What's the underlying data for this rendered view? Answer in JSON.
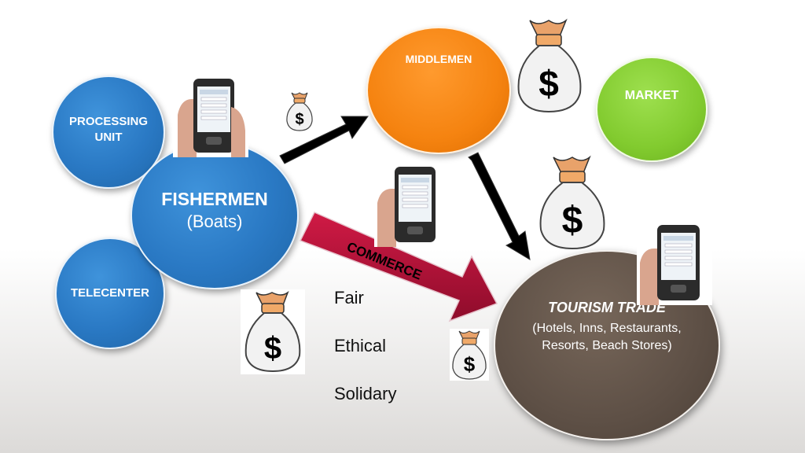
{
  "nodes": {
    "processing_unit": {
      "line1": "PROCESSING",
      "line2": "UNIT"
    },
    "fishermen": {
      "title": "FISHERMEN",
      "subtitle": "(Boats)"
    },
    "telecenter": {
      "label": "TELECENTER"
    },
    "middlemen": {
      "label": "MIDDLEMEN"
    },
    "market": {
      "label": "MARKET"
    },
    "tourism": {
      "title": "TOURISM TRADE",
      "line1": "(Hotels, Inns, Restaurants,",
      "line2": "Resorts, Beach Stores)"
    }
  },
  "commerce_arrow": {
    "label": "COMMERCE"
  },
  "values": [
    "Fair",
    "Ethical",
    "Solidary"
  ],
  "icons": {
    "money_bag": "money-bag-icon",
    "phone": "mobile-phone-icon",
    "dollar_symbol": "$"
  },
  "colors": {
    "blue": "#2a79c4",
    "orange": "#f58310",
    "green": "#82cb2f",
    "brown": "#5e5046",
    "commerce_red": "#b01237"
  }
}
